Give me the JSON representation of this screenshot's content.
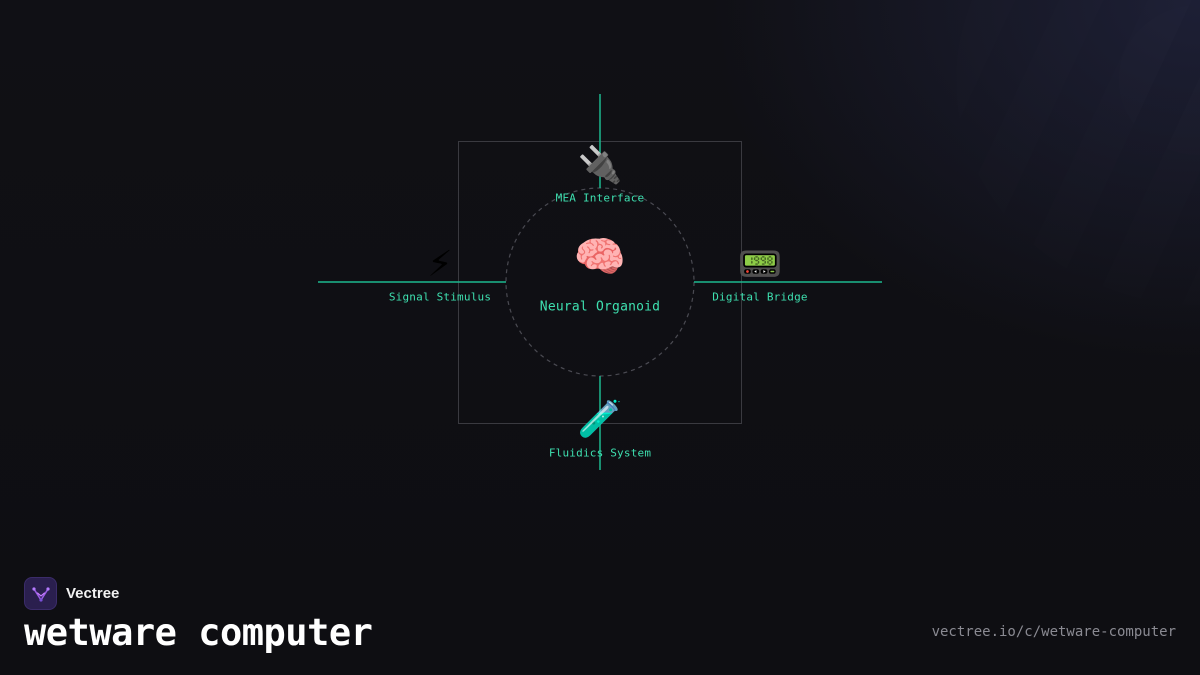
{
  "diagram": {
    "center": {
      "label": "Neural Organoid",
      "icon": "brain-icon"
    },
    "nodes": {
      "top": {
        "label": "MEA Interface",
        "icon": "plug-icon"
      },
      "left": {
        "label": "Signal Stimulus",
        "icon": "lightning-icon"
      },
      "right": {
        "label": "Digital Bridge",
        "icon": "pager-icon"
      },
      "bottom": {
        "label": "Fluidics System",
        "icon": "test-tube-icon"
      }
    },
    "colors": {
      "connector": "#1db88f",
      "label": "#3ee0b0",
      "box_border": "#3a3a40",
      "circle_border": "#4a4a52"
    }
  },
  "brand": {
    "name": "Vectree",
    "logo_icon": "vectree-logo-icon"
  },
  "footer": {
    "title": "wetware computer",
    "url": "vectree.io/c/wetware-computer"
  }
}
